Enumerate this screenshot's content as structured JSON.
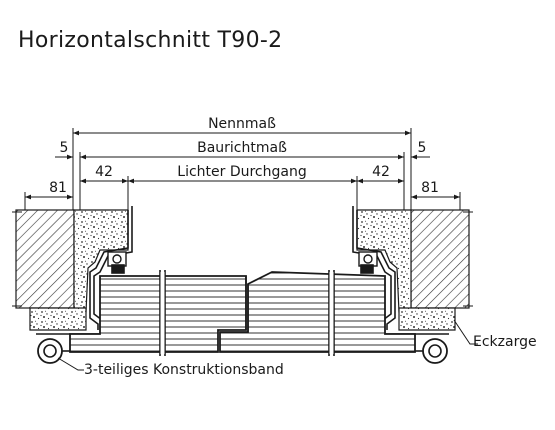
{
  "title": "Horizontalschnitt T90-2",
  "dimensions": {
    "nennmass": "Nennmaß",
    "baurichtmass": "Baurichtmaß",
    "lichter_durchgang": "Lichter Durchgang",
    "left_5": "5",
    "right_5": "5",
    "left_42": "42",
    "right_42": "42",
    "left_81": "81",
    "right_81": "81"
  },
  "labels": {
    "eckzarge": "Eckzarge",
    "band": "3-teiliges Konstruktionsband"
  }
}
